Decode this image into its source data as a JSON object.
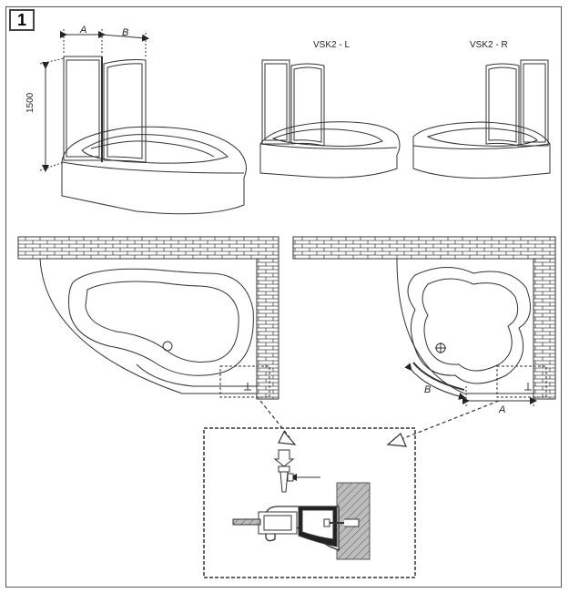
{
  "step": "1",
  "dims": {
    "a": "A",
    "b": "B",
    "height": "1500"
  },
  "variants": {
    "left": "VSK2 - L",
    "right": "VSK2 - R"
  },
  "plan": {
    "a": "A",
    "b": "B"
  },
  "colors": {
    "line": "#333333",
    "brick": "#444444",
    "wall": "#9a9a9a"
  }
}
